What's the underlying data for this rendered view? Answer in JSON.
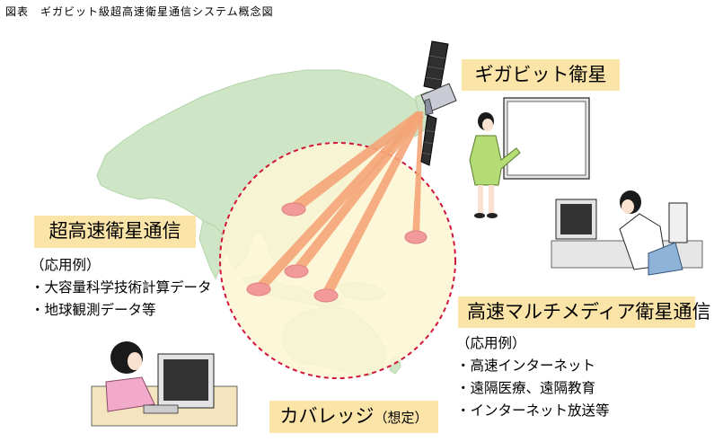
{
  "figure": {
    "caption": "図表　ギガビット級超高速衛星通信システム概念図"
  },
  "satellite": {
    "label": "ギガビット衛星"
  },
  "left_panel": {
    "title": "超高速衛星通信",
    "example_heading": "（応用例）",
    "examples": [
      "・大容量科学技術計算データ",
      "・地球観測データ等"
    ]
  },
  "right_panel": {
    "title": "高速マルチメディア衛星通信",
    "example_heading": "（応用例）",
    "examples": [
      "・高速インターネット",
      "・遠隔医療、遠隔教育",
      "・インターネット放送等"
    ]
  },
  "coverage": {
    "label": "カバレッジ",
    "note": "（想定）"
  },
  "colors": {
    "map_land": "#cfe6c6",
    "map_border": "#b3d4a9",
    "coverage_fill": "#fdf6d4",
    "coverage_border": "#d2143c",
    "beam": "#f4a477",
    "spot": "#f29a9a",
    "label_bg": "#fbe4a8"
  }
}
